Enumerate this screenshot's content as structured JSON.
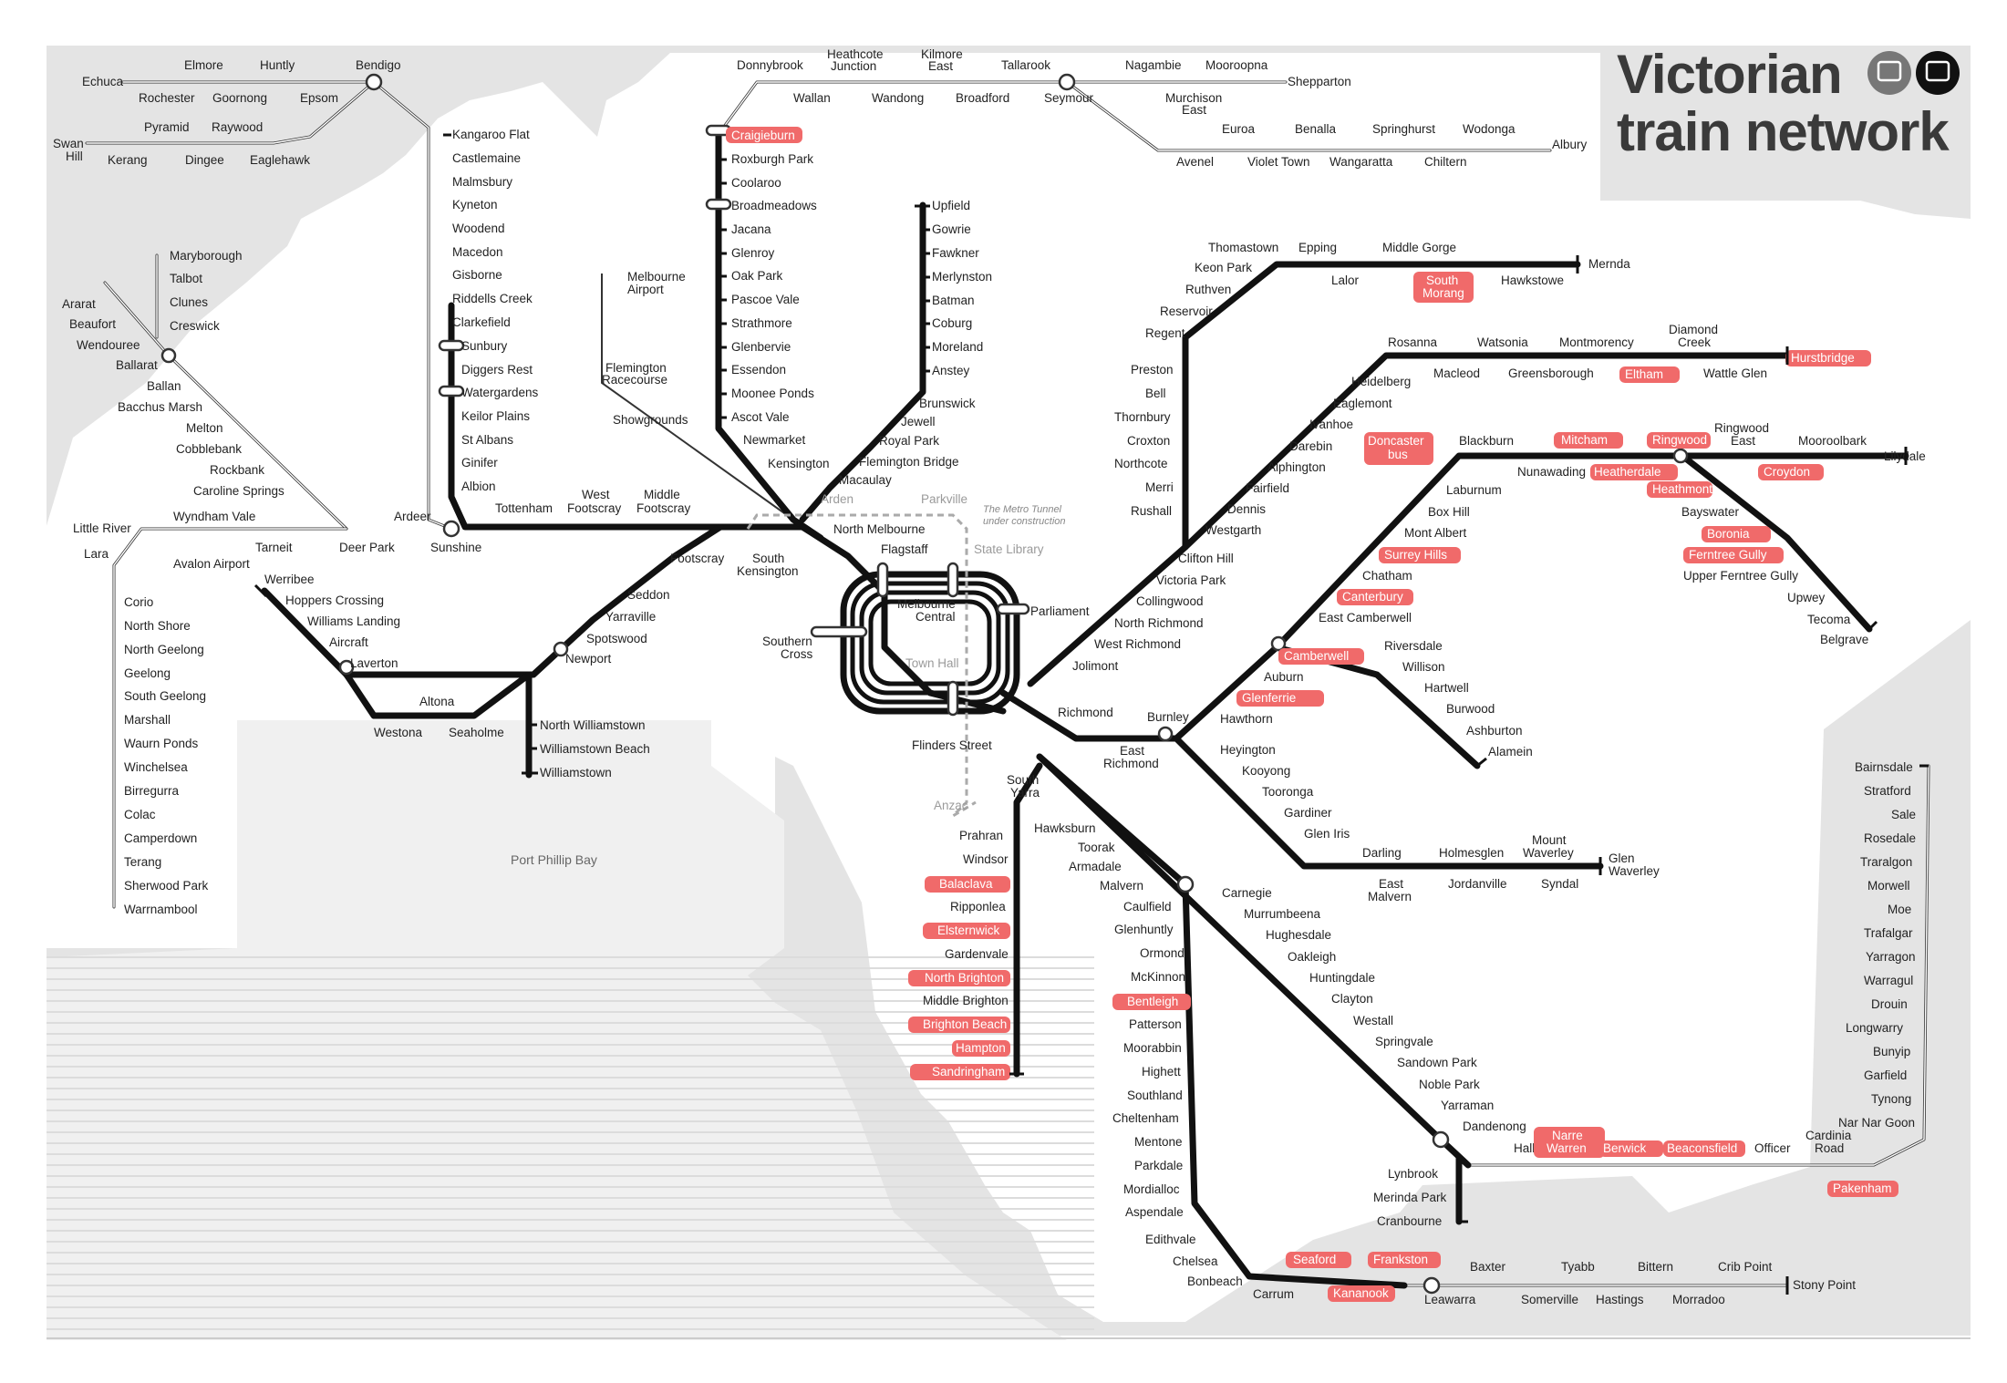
{
  "title": {
    "line1": "Victorian",
    "line2": "train network"
  },
  "colors": {
    "land": "#e4e4e4",
    "highlight": "#f06a6a",
    "line": "#111111"
  },
  "bay": "Port Phillip Bay",
  "tunnel_note": {
    "line1": "The Metro Tunnel",
    "line2": "under construction"
  },
  "stations": {
    "echuca": "Echuca",
    "elmore": "Elmore",
    "rochester": "Rochester",
    "huntly": "Huntly",
    "goornong": "Goornong",
    "epsom": "Epsom",
    "bendigo": "Bendigo",
    "swan_hill_1": "Swan",
    "swan_hill_2": "Hill",
    "pyramid": "Pyramid",
    "kerang": "Kerang",
    "dingee": "Dingee",
    "raywood": "Raywood",
    "eaglehawk": "Eaglehawk",
    "kangaroo_flat": "Kangaroo Flat",
    "castlemaine": "Castlemaine",
    "malmsbury": "Malmsbury",
    "kyneton": "Kyneton",
    "woodend": "Woodend",
    "macedon": "Macedon",
    "gisborne": "Gisborne",
    "riddells_creek": "Riddells Creek",
    "clarkefield": "Clarkefield",
    "sunbury": "Sunbury",
    "diggers_rest": "Diggers Rest",
    "watergardens": "Watergardens",
    "keilor_plains": "Keilor Plains",
    "st_albans": "St Albans",
    "ginifer": "Ginifer",
    "albion": "Albion",
    "maryborough": "Maryborough",
    "talbot": "Talbot",
    "clunes": "Clunes",
    "creswick": "Creswick",
    "ararat": "Ararat",
    "beaufort": "Beaufort",
    "wendouree": "Wendouree",
    "ballarat": "Ballarat",
    "ballan": "Ballan",
    "bacchus_marsh": "Bacchus Marsh",
    "melton": "Melton",
    "cobblebank": "Cobblebank",
    "rockbank": "Rockbank",
    "caroline_springs": "Caroline Springs",
    "little_river": "Little River",
    "lara": "Lara",
    "wyndham_vale": "Wyndham Vale",
    "tarneit": "Tarneit",
    "deer_park": "Deer Park",
    "ardeer": "Ardeer",
    "sunshine": "Sunshine",
    "tottenham": "Tottenham",
    "west_footscray_1": "West",
    "west_footscray_2": "Footscray",
    "middle_footscray_1": "Middle",
    "middle_footscray_2": "Footscray",
    "footscray": "Footscray",
    "south_kensington_1": "South",
    "south_kensington_2": "Kensington",
    "southern_cross_1": "Southern",
    "southern_cross_2": "Cross",
    "avalon_airport": "Avalon Airport",
    "corio": "Corio",
    "north_shore": "North Shore",
    "north_geelong": "North Geelong",
    "geelong": "Geelong",
    "south_geelong": "South Geelong",
    "marshall": "Marshall",
    "waurn_ponds": "Waurn Ponds",
    "winchelsea": "Winchelsea",
    "birregurra": "Birregurra",
    "colac": "Colac",
    "camperdown": "Camperdown",
    "terang": "Terang",
    "sherwood_park": "Sherwood Park",
    "warrnambool": "Warrnambool",
    "werribee": "Werribee",
    "hoppers_crossing": "Hoppers Crossing",
    "williams_landing": "Williams Landing",
    "aircraft": "Aircraft",
    "laverton": "Laverton",
    "westona": "Westona",
    "altona": "Altona",
    "seaholme": "Seaholme",
    "newport": "Newport",
    "spotswood": "Spotswood",
    "yarraville": "Yarraville",
    "seddon": "Seddon",
    "north_williamstown": "North Williamstown",
    "williamstown_beach": "Williamstown Beach",
    "williamstown": "Williamstown",
    "donnybrook": "Donnybrook",
    "heathcote_jn_1": "Heathcote",
    "heathcote_jn_2": "Junction",
    "kilmore_east_1": "Kilmore",
    "kilmore_east_2": "East",
    "tallarook": "Tallarook",
    "wallan": "Wallan",
    "wandong": "Wandong",
    "broadford": "Broadford",
    "seymour": "Seymour",
    "nagambie": "Nagambie",
    "mooroopna": "Mooroopna",
    "shepparton": "Shepparton",
    "murchison_east_1": "Murchison",
    "murchison_east_2": "East",
    "euroa": "Euroa",
    "benalla": "Benalla",
    "springhurst": "Springhurst",
    "wodonga": "Wodonga",
    "avenel": "Avenel",
    "violet_town": "Violet Town",
    "wangaratta": "Wangaratta",
    "chiltern": "Chiltern",
    "albury": "Albury",
    "craigieburn": "Craigieburn",
    "roxburgh_park": "Roxburgh Park",
    "coolaroo": "Coolaroo",
    "broadmeadows": "Broadmeadows",
    "jacana": "Jacana",
    "glenroy": "Glenroy",
    "oak_park": "Oak Park",
    "pascoe_vale": "Pascoe Vale",
    "strathmore": "Strathmore",
    "glenbervie": "Glenbervie",
    "essendon": "Essendon",
    "moonee_ponds": "Moonee Ponds",
    "ascot_vale": "Ascot Vale",
    "newmarket": "Newmarket",
    "kensington": "Kensington",
    "melbourne_airport_1": "Melbourne",
    "melbourne_airport_2": "Airport",
    "flemington_racecourse_1": "Flemington",
    "flemington_racecourse_2": "Racecourse",
    "showgrounds": "Showgrounds",
    "upfield": "Upfield",
    "gowrie": "Gowrie",
    "fawkner": "Fawkner",
    "merlynston": "Merlynston",
    "batman": "Batman",
    "coburg": "Coburg",
    "moreland": "Moreland",
    "anstey": "Anstey",
    "brunswick": "Brunswick",
    "jewell": "Jewell",
    "royal_park": "Royal Park",
    "flemington_bridge": "Flemington Bridge",
    "macaulay": "Macaulay",
    "north_melbourne": "North Melbourne",
    "arden": "Arden",
    "parkville": "Parkville",
    "state_library": "State Library",
    "town_hall": "Town Hall",
    "anzac": "Anzac",
    "flagstaff": "Flagstaff",
    "melbourne_central_1": "Melbourne",
    "melbourne_central_2": "Central",
    "parliament": "Parliament",
    "flinders_street": "Flinders Street",
    "richmond": "Richmond",
    "south_yarra_1": "South",
    "south_yarra_2": "Yarra",
    "east_richmond_1": "East",
    "east_richmond_2": "Richmond",
    "burnley": "Burnley",
    "thomastown": "Thomastown",
    "epping": "Epping",
    "middle_gorge": "Middle Gorge",
    "mernda": "Mernda",
    "keon_park": "Keon Park",
    "ruthven": "Ruthven",
    "lalor": "Lalor",
    "south_morang_1": "South",
    "south_morang_2": "Morang",
    "hawkstowe": "Hawkstowe",
    "reservoir": "Reservoir",
    "regent": "Regent",
    "preston": "Preston",
    "bell": "Bell",
    "thornbury": "Thornbury",
    "croxton": "Croxton",
    "northcote": "Northcote",
    "merri": "Merri",
    "rushall": "Rushall",
    "clifton_hill": "Clifton Hill",
    "victoria_park": "Victoria Park",
    "collingwood": "Collingwood",
    "north_richmond": "North Richmond",
    "west_richmond": "West Richmond",
    "jolimont": "Jolimont",
    "rosanna": "Rosanna",
    "watsonia": "Watsonia",
    "montmorency": "Montmorency",
    "diamond_creek_1": "Diamond",
    "diamond_creek_2": "Creek",
    "hurstbridge": "Hurstbridge",
    "heidelberg": "Heidelberg",
    "macleod": "Macleod",
    "greensborough": "Greensborough",
    "eltham": "Eltham",
    "wattle_glen": "Wattle Glen",
    "eaglemont": "Eaglemont",
    "ivanhoe": "Ivanhoe",
    "darebin": "Darebin",
    "alphington": "Alphington",
    "fairfield": "Fairfield",
    "dennis": "Dennis",
    "westgarth": "Westgarth",
    "doncaster_bus_1": "Doncaster",
    "doncaster_bus_2": "bus",
    "blackburn": "Blackburn",
    "mitcham": "Mitcham",
    "ringwood": "Ringwood",
    "ringwood_east_1": "Ringwood",
    "ringwood_east_2": "East",
    "mooroolbark": "Mooroolbark",
    "lilydale": "Lilydale",
    "nunawading": "Nunawading",
    "heatherdale": "Heatherdale",
    "heathmont": "Heathmont",
    "croydon": "Croydon",
    "laburnum": "Laburnum",
    "box_hill": "Box Hill",
    "mont_albert": "Mont Albert",
    "surrey_hills": "Surrey Hills",
    "chatham": "Chatham",
    "canterbury": "Canterbury",
    "east_camberwell": "East Camberwell",
    "bayswater": "Bayswater",
    "boronia": "Boronia",
    "ferntree_gully": "Ferntree Gully",
    "upper_ferntree_gully": "Upper Ferntree Gully",
    "upwey": "Upwey",
    "tecoma": "Tecoma",
    "belgrave": "Belgrave",
    "camberwell": "Camberwell",
    "auburn": "Auburn",
    "glenferrie": "Glenferrie",
    "hawthorn": "Hawthorn",
    "riversdale": "Riversdale",
    "willison": "Willison",
    "hartwell": "Hartwell",
    "burwood": "Burwood",
    "ashburton": "Ashburton",
    "alamein": "Alamein",
    "heyington": "Heyington",
    "kooyong": "Kooyong",
    "tooronga": "Tooronga",
    "gardiner": "Gardiner",
    "glen_iris": "Glen Iris",
    "darling": "Darling",
    "holmesglen": "Holmesglen",
    "mount_waverley_1": "Mount",
    "mount_waverley_2": "Waverley",
    "glen_waverley_1": "Glen",
    "glen_waverley_2": "Waverley",
    "east_malvern_1": "East",
    "east_malvern_2": "Malvern",
    "jordanville": "Jordanville",
    "syndal": "Syndal",
    "prahran": "Prahran",
    "windsor": "Windsor",
    "balaclava": "Balaclava",
    "ripponlea": "Ripponlea",
    "elsternwick": "Elsternwick",
    "gardenvale": "Gardenvale",
    "north_brighton": "North Brighton",
    "middle_brighton": "Middle Brighton",
    "brighton_beach": "Brighton Beach",
    "hampton": "Hampton",
    "sandringham": "Sandringham",
    "hawksburn": "Hawksburn",
    "toorak": "Toorak",
    "armadale": "Armadale",
    "malvern": "Malvern",
    "caulfield": "Caulfield",
    "glenhuntly": "Glenhuntly",
    "ormond": "Ormond",
    "mckinnon": "McKinnon",
    "bentleigh": "Bentleigh",
    "patterson": "Patterson",
    "moorabbin": "Moorabbin",
    "highett": "Highett",
    "southland": "Southland",
    "cheltenham": "Cheltenham",
    "mentone": "Mentone",
    "parkdale": "Parkdale",
    "mordialloc": "Mordialloc",
    "aspendale": "Aspendale",
    "edithvale": "Edithvale",
    "chelsea": "Chelsea",
    "bonbeach": "Bonbeach",
    "carrum": "Carrum",
    "seaford": "Seaford",
    "kananook": "Kananook",
    "frankston": "Frankston",
    "leawarra": "Leawarra",
    "baxter": "Baxter",
    "somerville": "Somerville",
    "tyabb": "Tyabb",
    "hastings": "Hastings",
    "bittern": "Bittern",
    "morradoo": "Morradoo",
    "crib_point": "Crib Point",
    "stony_point": "Stony Point",
    "carnegie": "Carnegie",
    "murrumbeena": "Murrumbeena",
    "hughesdale": "Hughesdale",
    "oakleigh": "Oakleigh",
    "huntingdale": "Huntingdale",
    "clayton": "Clayton",
    "westall": "Westall",
    "springvale": "Springvale",
    "sandown_park": "Sandown Park",
    "noble_park": "Noble Park",
    "yarraman": "Yarraman",
    "dandenong": "Dandenong",
    "hallam": "Hallam",
    "narre_warren_1": "Narre",
    "narre_warren_2": "Warren",
    "berwick": "Berwick",
    "beaconsfield": "Beaconsfield",
    "officer": "Officer",
    "cardinia_road_1": "Cardinia",
    "cardinia_road_2": "Road",
    "pakenham": "Pakenham",
    "lynbrook": "Lynbrook",
    "merinda_park": "Merinda Park",
    "cranbourne": "Cranbourne",
    "bairnsdale": "Bairnsdale",
    "stratford": "Stratford",
    "sale": "Sale",
    "rosedale": "Rosedale",
    "traralgon": "Traralgon",
    "morwell": "Morwell",
    "moe": "Moe",
    "trafalgar": "Trafalgar",
    "yarragon": "Yarragon",
    "warragul": "Warragul",
    "drouin": "Drouin",
    "longwarry": "Longwarry",
    "bunyip": "Bunyip",
    "garfield": "Garfield",
    "tynong": "Tynong",
    "nar_nar_goon": "Nar Nar Goon"
  }
}
